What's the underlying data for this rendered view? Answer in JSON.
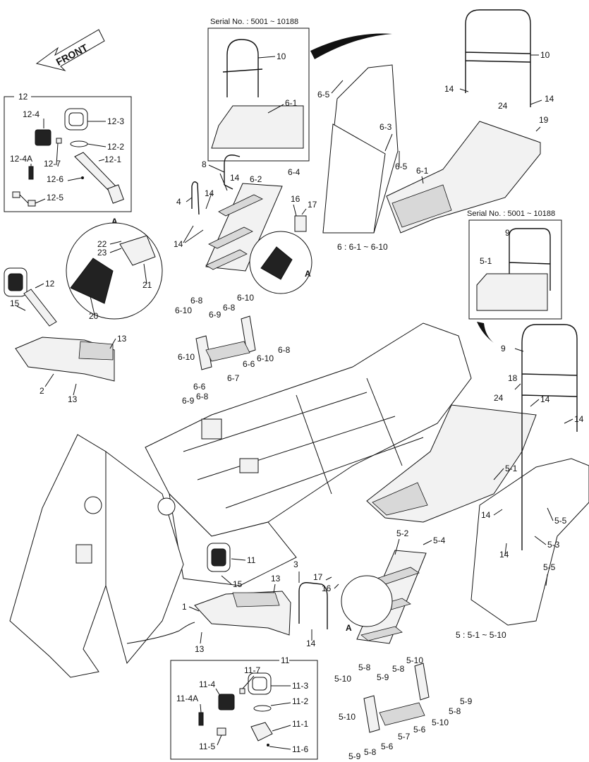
{
  "front_arrow": {
    "text": "FRONT"
  },
  "boxes": {
    "b12": {
      "title": "12",
      "parts": [
        "12-1",
        "12-2",
        "12-3",
        "12-4",
        "12-4A",
        "12-5",
        "12-6",
        "12-7"
      ]
    },
    "b11": {
      "title": "11",
      "parts": [
        "11-1",
        "11-2",
        "11-3",
        "11-4",
        "11-4A",
        "11-5",
        "11-6",
        "11-7"
      ]
    },
    "serial_top": {
      "text": "Serial No. : 5001 ~ 10188"
    },
    "serial_right": {
      "text": "Serial No. : 5001 ~ 10188"
    }
  },
  "detail_a": {
    "title": "A",
    "parts": [
      "20",
      "21",
      "22",
      "23"
    ]
  },
  "group_notes": {
    "g6": "6 : 6-1 ~ 6-10",
    "g5": "5 : 5-1 ~ 5-10"
  },
  "callouts": {
    "c10_top": "10",
    "c6_1_top": "6-1",
    "c10_right": "10",
    "c14_a": "14",
    "c14_b": "14",
    "c24_a": "24",
    "c19": "19",
    "c6_5_a": "6-5",
    "c6_3": "6-3",
    "c6_5_b": "6-5",
    "c6_1": "6-1",
    "c8": "8",
    "c14_c": "14",
    "c6_2": "6-2",
    "c6_4": "6-4",
    "c4": "4",
    "c14_d": "14",
    "c16_a": "16",
    "c17_a": "17",
    "c14_e": "14",
    "cA_top": "A",
    "cA_mid": "A",
    "c12": "12",
    "c15_a": "15",
    "c13_a": "13",
    "c2": "2",
    "c13_b": "13",
    "c6_8_a": "6-8",
    "c6_10_a": "6-10",
    "c6_9_a": "6-9",
    "c6_8_b": "6-8",
    "c6_10_b": "6-10",
    "c6_8_c": "6-8",
    "c6_10_c": "6-10",
    "c6_6_a": "6-6",
    "c6_10_d": "6-10",
    "c6_7": "6-7",
    "c6_6_b": "6-6",
    "c6_8_d": "6-8",
    "c6_9_b": "6-9",
    "c9_box": "9",
    "c5_1_box": "5-1",
    "c9": "9",
    "c18": "18",
    "c24_b": "24",
    "c14_f": "14",
    "c14_g": "14",
    "c5_1": "5-1",
    "c5_5_a": "5-5",
    "c14_h": "14",
    "c5_3": "5-3",
    "c14_i": "14",
    "c5_5_b": "5-5",
    "c11": "11",
    "c15_b": "15",
    "c13_c": "13",
    "c1": "1",
    "c13_d": "13",
    "c3": "3",
    "c17_b": "17",
    "c16_b": "16",
    "c5_2": "5-2",
    "c5_4": "5-4",
    "c14_j": "14",
    "cA_low": "A",
    "c5_8_a": "5-8",
    "c5_10_a": "5-10",
    "c5_9_a": "5-9",
    "c5_8_b": "5-8",
    "c5_10_b": "5-10",
    "c5_9_b": "5-9",
    "c5_8_c": "5-8",
    "c5_10_c": "5-10",
    "c5_10_d": "5-10",
    "c5_6_a": "5-6",
    "c5_7": "5-7",
    "c5_6_b": "5-6",
    "c5_8_d": "5-8",
    "c5_9_c": "5-9"
  }
}
